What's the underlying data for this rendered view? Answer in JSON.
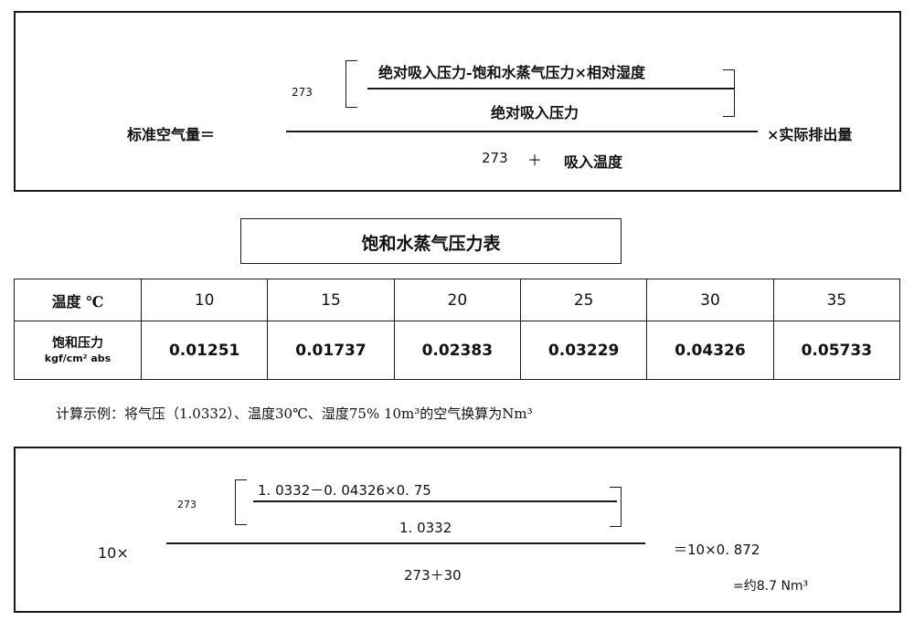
{
  "formula": {
    "lhs": "标准空气量＝",
    "k273": "273",
    "inner_numerator": "绝对吸入压力-饱和水蒸气压力×相对湿度",
    "inner_denominator": "绝对吸入压力",
    "outer_denominator": {
      "c": "273",
      "plus": "＋",
      "t": "吸入温度"
    },
    "rhs": "×实际排出量"
  },
  "table_title": "饱和水蒸气压力表",
  "table": {
    "temp_header": "温度 ℃",
    "pressure_header": {
      "line1": "饱和压力",
      "line2": "kgf/cm² abs"
    },
    "temps": [
      "10",
      "15",
      "20",
      "25",
      "30",
      "35"
    ],
    "pressures": [
      "0.01251",
      "0.01737",
      "0.02383",
      "0.03229",
      "0.04326",
      "0.05733"
    ]
  },
  "example_caption": "计算示例：将气压（1.0332）、温度30℃、湿度75% 10m³的空气换算为Nm³",
  "example": {
    "prefix": "10×",
    "k273": "273",
    "inner_numerator": "1. 0332－0. 04326×0. 75",
    "inner_denominator": "1. 0332",
    "outer_denominator": "273＋30",
    "result1": "＝10×0. 872",
    "result2": "=约8.7 Nm³"
  }
}
